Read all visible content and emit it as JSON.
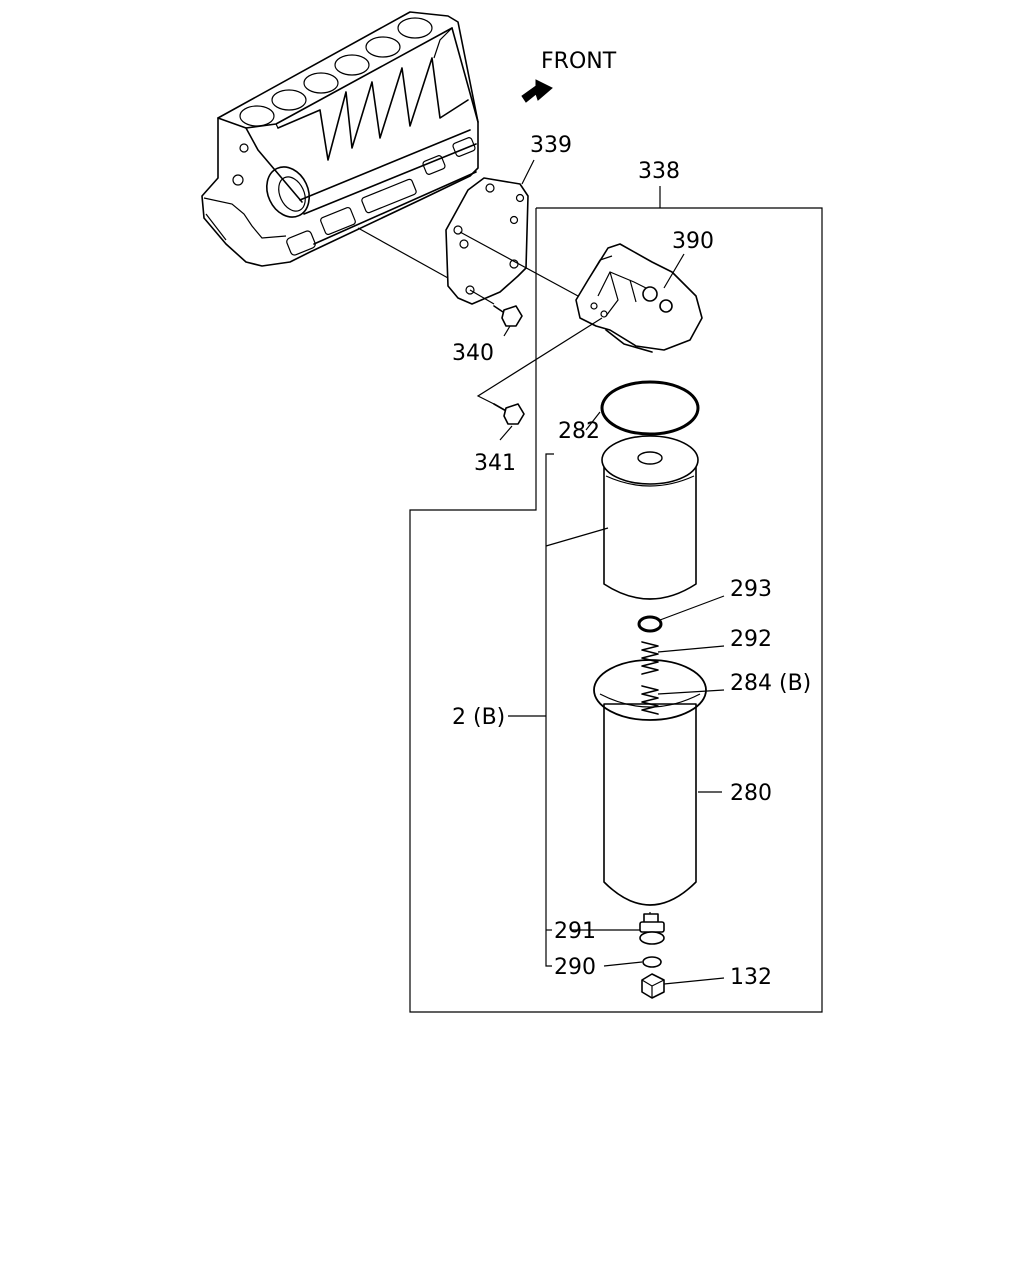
{
  "direction_label": "FRONT",
  "callouts": {
    "c339": "339",
    "c338": "338",
    "c390": "390",
    "c340": "340",
    "c341": "341",
    "c282": "282",
    "c293": "293",
    "c292": "292",
    "c284b": "284 (B)",
    "c2b": "2 (B)",
    "c280": "280",
    "c291": "291",
    "c290": "290",
    "c132": "132"
  }
}
